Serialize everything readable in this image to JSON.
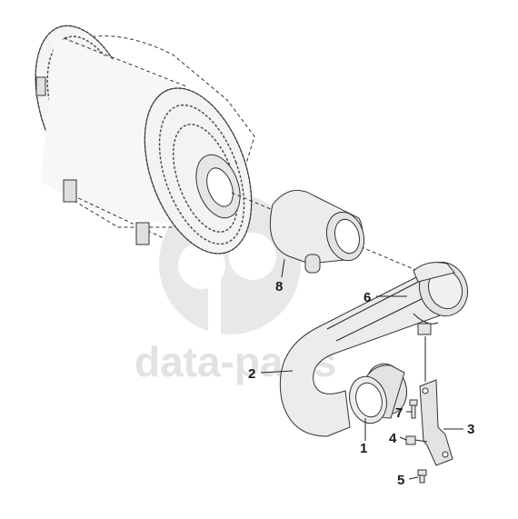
{
  "watermark": {
    "text": "data-parts"
  },
  "callouts": [
    {
      "id": "1",
      "label": "1"
    },
    {
      "id": "2",
      "label": "2"
    },
    {
      "id": "3",
      "label": "3"
    },
    {
      "id": "4",
      "label": "4"
    },
    {
      "id": "5",
      "label": "5"
    },
    {
      "id": "6",
      "label": "6"
    },
    {
      "id": "7",
      "label": "7"
    },
    {
      "id": "8",
      "label": "8"
    }
  ]
}
